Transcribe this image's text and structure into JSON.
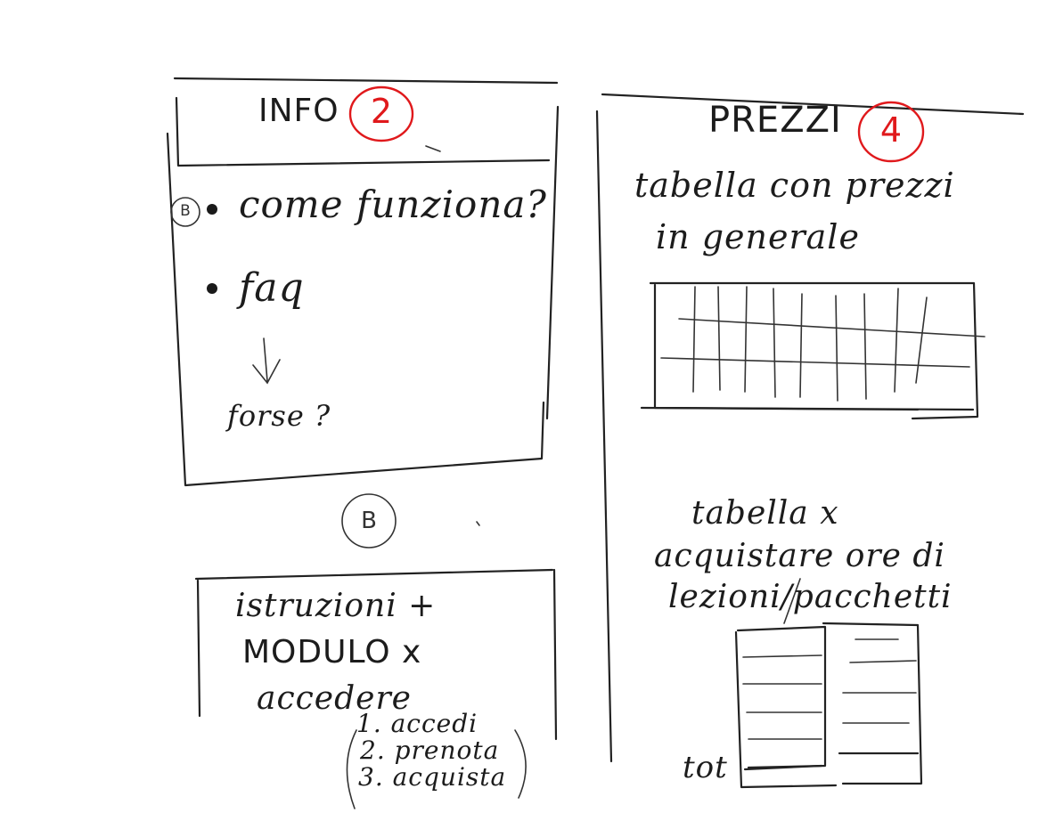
{
  "info_panel": {
    "title": "INFO",
    "number": "2",
    "marker": "B",
    "items": [
      "come funziona?",
      "faq"
    ],
    "note": "forse ?"
  },
  "b_section": {
    "marker": "B",
    "lines": [
      "istruzioni +",
      "MODULO x",
      "accedere"
    ],
    "steps": [
      "1. accedi",
      "2. prenota",
      "3. acquista"
    ]
  },
  "prezzi_panel": {
    "title": "PREZZI",
    "number": "4",
    "table1_caption": [
      "tabella con prezzi",
      "in generale"
    ],
    "table2_caption": [
      "tabella x",
      "acquistare ore di",
      "lezioni/pacchetti"
    ],
    "total_label": "tot"
  }
}
